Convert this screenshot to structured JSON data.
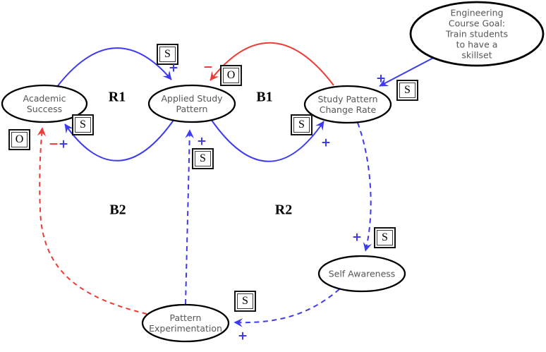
{
  "colors": {
    "link_blue": "#3e3af2",
    "link_red": "#ef3a33",
    "node_border": "#000000",
    "node_fill": "#ffffff",
    "node_text": "#575757",
    "loop_label_color": "#000000"
  },
  "nodes": [
    {
      "name": "academic-success",
      "label": "Academic\nSuccess"
    },
    {
      "name": "applied-study-pattern",
      "label": "Applied Study\nPattern"
    },
    {
      "name": "study-pattern-change-rate",
      "label": "Study Pattern\nChange Rate"
    },
    {
      "name": "engineering-course-goal",
      "label": "Engineering Course Goal:\nTrain students to have a\nskillset"
    },
    {
      "name": "self-awareness",
      "label": "Self Awareness"
    },
    {
      "name": "pattern-experimentation",
      "label": "Pattern\nExperimentation"
    }
  ],
  "loop_labels": [
    {
      "name": "loop-r1",
      "text": "R1"
    },
    {
      "name": "loop-b1",
      "text": "B1"
    },
    {
      "name": "loop-b2",
      "text": "B2"
    },
    {
      "name": "loop-r2",
      "text": "R2"
    }
  ],
  "polarity_boxes": [
    {
      "letter": "S"
    },
    {
      "letter": "O"
    },
    {
      "letter": "S"
    },
    {
      "letter": "S"
    },
    {
      "letter": "O"
    },
    {
      "letter": "S"
    },
    {
      "letter": "S"
    },
    {
      "letter": "S"
    },
    {
      "letter": "S"
    }
  ],
  "polarity_signs": [
    {
      "text": "+"
    },
    {
      "text": "−"
    },
    {
      "text": "+"
    },
    {
      "text": "+"
    },
    {
      "text": "−"
    },
    {
      "text": "+"
    },
    {
      "text": "+"
    },
    {
      "text": "+"
    },
    {
      "text": "+"
    }
  ],
  "links": [
    {
      "from": "Academic Success",
      "to": "Applied Study Pattern",
      "polarity": "S",
      "sign": "+",
      "line": "solid",
      "color": "blue"
    },
    {
      "from": "Study Pattern Change Rate",
      "to": "Applied Study Pattern",
      "polarity": "O",
      "sign": "−",
      "line": "solid",
      "color": "red"
    },
    {
      "from": "Engineering Course Goal",
      "to": "Study Pattern Change Rate",
      "polarity": "S",
      "sign": "+",
      "line": "solid",
      "color": "blue"
    },
    {
      "from": "Applied Study Pattern",
      "to": "Academic Success",
      "polarity": "S",
      "sign": "+",
      "line": "solid",
      "color": "blue"
    },
    {
      "from": "Applied Study Pattern",
      "to": "Study Pattern Change Rate",
      "polarity": "S",
      "sign": "+",
      "line": "solid",
      "color": "blue"
    },
    {
      "from": "Pattern Experimentation",
      "to": "Applied Study Pattern",
      "polarity": "S",
      "sign": "+",
      "line": "dashed",
      "color": "blue"
    },
    {
      "from": "Study Pattern Change Rate",
      "to": "Self Awareness",
      "polarity": "S",
      "sign": "+",
      "line": "dashed",
      "color": "blue"
    },
    {
      "from": "Self Awareness",
      "to": "Pattern Experimentation",
      "polarity": "S",
      "sign": "+",
      "line": "dashed",
      "color": "blue"
    },
    {
      "from": "Pattern Experimentation",
      "to": "Academic Success",
      "polarity": "O",
      "sign": "−",
      "line": "dashed",
      "color": "red"
    }
  ]
}
